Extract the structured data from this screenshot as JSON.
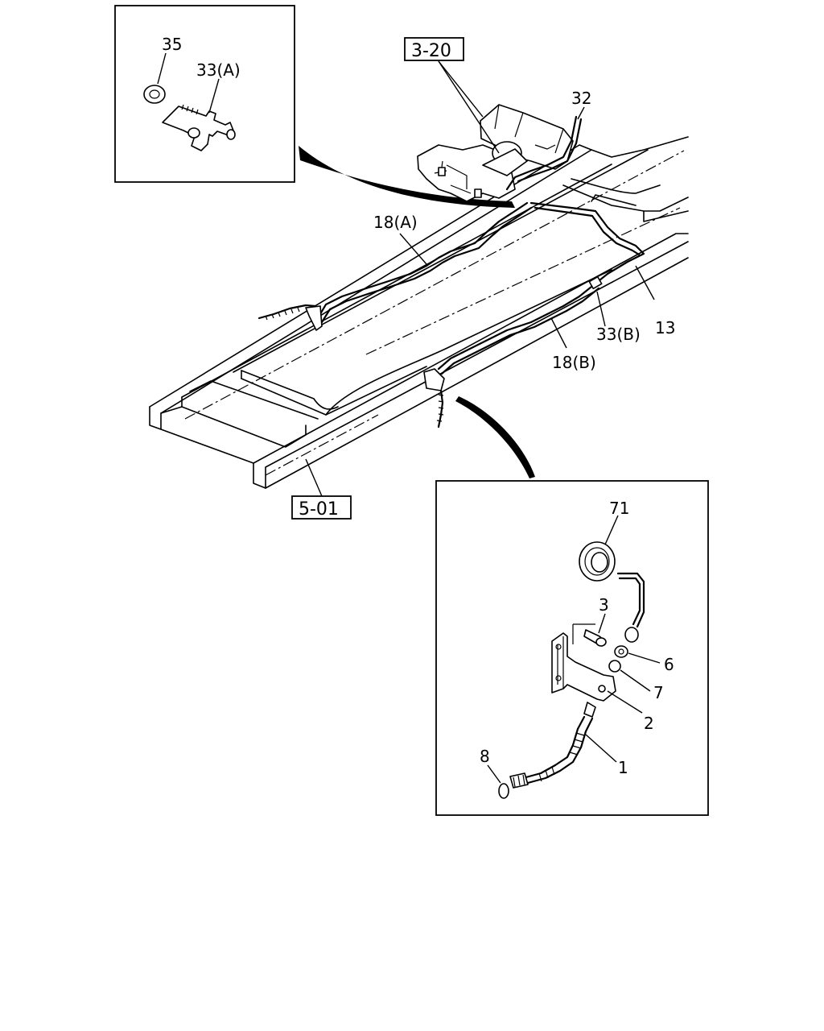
{
  "diagram": {
    "ref_boxes": [
      "3-20",
      "5-01"
    ],
    "callouts": {
      "p35": "35",
      "p33a": "33(A)",
      "p32": "32",
      "p18a": "18(A)",
      "p13": "13",
      "p33b": "33(B)",
      "p18b": "18(B)",
      "p71": "71",
      "p3": "3",
      "p6": "6",
      "p7": "7",
      "p2": "2",
      "p1": "1",
      "p8": "8"
    }
  }
}
